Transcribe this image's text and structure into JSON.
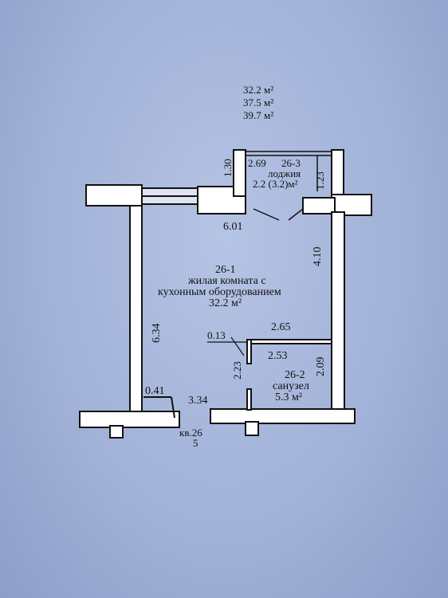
{
  "areas": {
    "living": "32.2 м²",
    "total": "37.5 м²",
    "total_with_loggia": "39.7 м²"
  },
  "rooms": {
    "room1": {
      "id": "26-1",
      "line1": "жилая комната с",
      "line2": "кухонным оборудованием",
      "area": "32.2 м²"
    },
    "room2": {
      "id": "26-2",
      "name": "санузел",
      "area": "5.3 м²"
    },
    "room3": {
      "id": "26-3",
      "name": "лоджия",
      "area": "2.2 (3.2)м²"
    }
  },
  "dimensions": {
    "d_1_30": "1.30",
    "d_2_69": "2.69",
    "d_1_23": "1.23",
    "d_6_01": "6.01",
    "d_4_10": "4.10",
    "d_6_34": "6.34",
    "d_0_13": "0.13",
    "d_2_65": "2.65",
    "d_2_23": "2.23",
    "d_2_53": "2.53",
    "d_2_09": "2.09",
    "d_0_41": "0.41",
    "d_3_34": "3.34"
  },
  "apartment": {
    "label": "кв.26",
    "floor": "5"
  },
  "colors": {
    "paper": "#a9b8dc",
    "wall_fill": "#ffffff",
    "line": "#111111"
  }
}
